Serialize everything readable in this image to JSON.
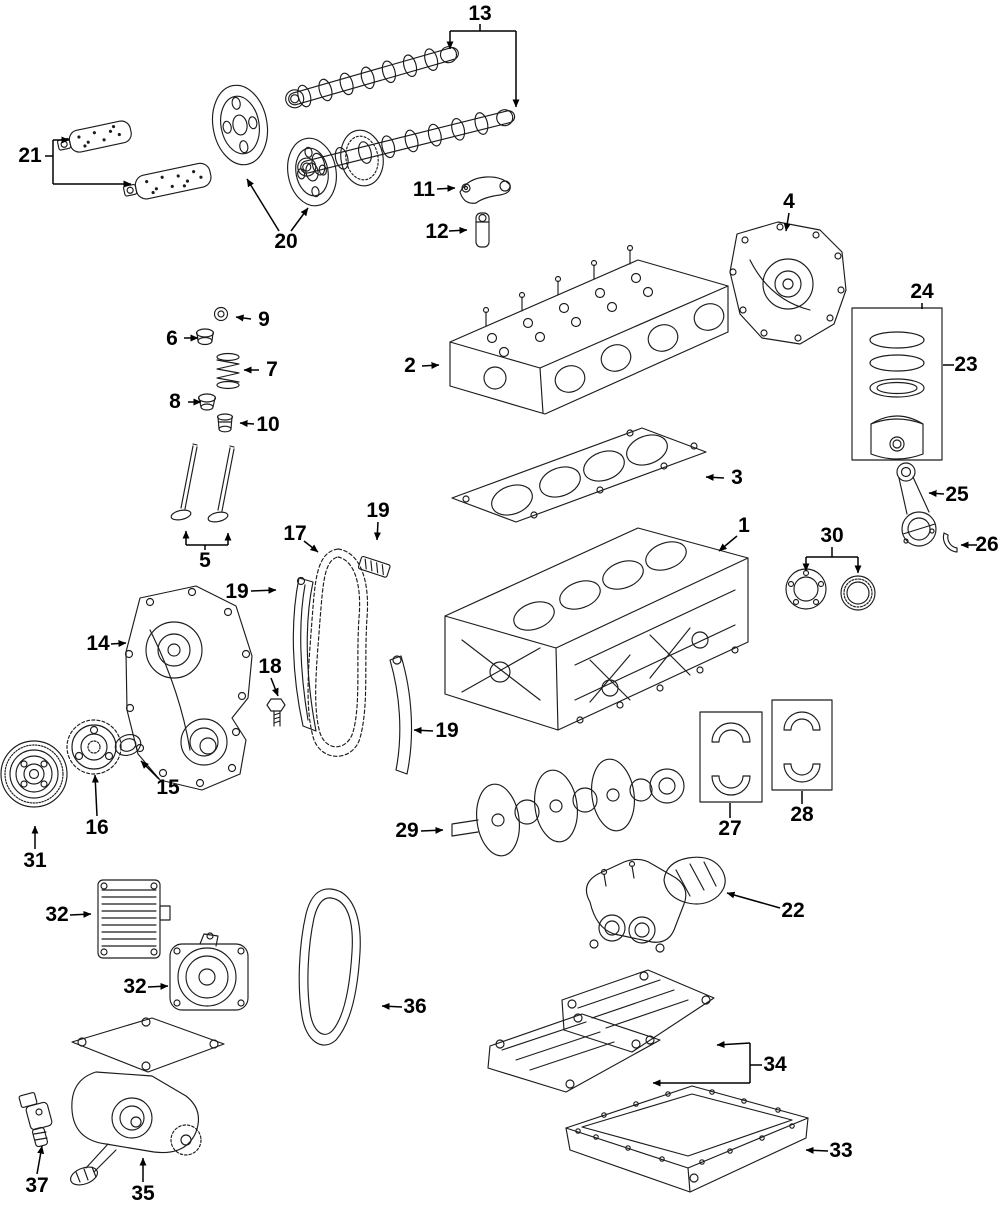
{
  "canvas": {
    "background": "#ffffff",
    "line_color": "#1c1c1c",
    "label_color": "#000000"
  },
  "callouts": [
    {
      "label": "13",
      "part": "camshafts"
    },
    {
      "label": "21",
      "part": "camshaft-adjusters"
    },
    {
      "label": "20",
      "part": "camshaft-sprockets"
    },
    {
      "label": "11",
      "part": "rocker-arm"
    },
    {
      "label": "12",
      "part": "valve-lash-adjuster"
    },
    {
      "label": "4",
      "part": "timing-cover"
    },
    {
      "label": "2",
      "part": "cylinder-head"
    },
    {
      "label": "24",
      "part": "piston-ring-kit"
    },
    {
      "label": "23",
      "part": "piston-rings"
    },
    {
      "label": "9",
      "part": "valve-keeper"
    },
    {
      "label": "6",
      "part": "valve-spring-seat"
    },
    {
      "label": "7",
      "part": "valve-spring"
    },
    {
      "label": "8",
      "part": "valve-spring-retainer"
    },
    {
      "label": "10",
      "part": "valve-stem-seal"
    },
    {
      "label": "3",
      "part": "head-gasket"
    },
    {
      "label": "1",
      "part": "engine-block"
    },
    {
      "label": "25",
      "part": "connecting-rod"
    },
    {
      "label": "26",
      "part": "rod-bearing"
    },
    {
      "label": "30",
      "part": "rear-main-seal"
    },
    {
      "label": "5",
      "part": "valves"
    },
    {
      "label": "17",
      "part": "timing-chain"
    },
    {
      "label": "19",
      "part": "chain-guide-upper"
    },
    {
      "label": "19",
      "part": "chain-guide-left"
    },
    {
      "label": "14",
      "part": "front-cover"
    },
    {
      "label": "18",
      "part": "tensioner-bolt"
    },
    {
      "label": "19",
      "part": "chain-guide-right"
    },
    {
      "label": "15",
      "part": "crankshaft-seal"
    },
    {
      "label": "16",
      "part": "crankshaft-sprocket"
    },
    {
      "label": "31",
      "part": "crankshaft-pulley"
    },
    {
      "label": "29",
      "part": "crankshaft"
    },
    {
      "label": "27",
      "part": "main-bearings-lower"
    },
    {
      "label": "28",
      "part": "main-bearings-upper"
    },
    {
      "label": "22",
      "part": "oil-filter-housing"
    },
    {
      "label": "32",
      "part": "oil-cooler"
    },
    {
      "label": "32",
      "part": "oil-cooler"
    },
    {
      "label": "36",
      "part": "drive-belt"
    },
    {
      "label": "34",
      "part": "oil-pan-baffle"
    },
    {
      "label": "35",
      "part": "oil-pump"
    },
    {
      "label": "37",
      "part": "oil-control-valve"
    },
    {
      "label": "33",
      "part": "oil-pan"
    }
  ]
}
